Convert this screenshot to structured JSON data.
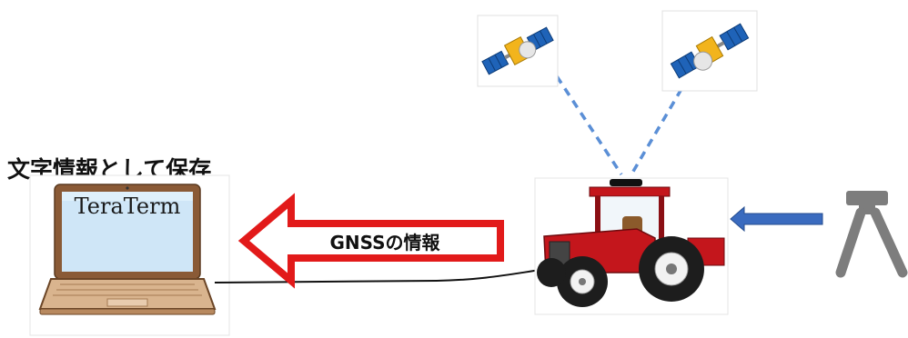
{
  "heading": "文字情報として保存",
  "laptop_screen_text": "TeraTerm",
  "arrow_label": "GNSSの情報",
  "colors": {
    "red_arrow": "#e21a1a",
    "blue_arrow": "#3a6bbf",
    "dash": "#5b8fd6",
    "tractor_red": "#c4161c",
    "tripod": "#7d7d7d",
    "laptop_frame": "#8a5a36",
    "laptop_screen": "#cfe6f7"
  },
  "icons": [
    "satellite-icon",
    "tractor-icon",
    "laptop-icon",
    "tripod-icon"
  ]
}
